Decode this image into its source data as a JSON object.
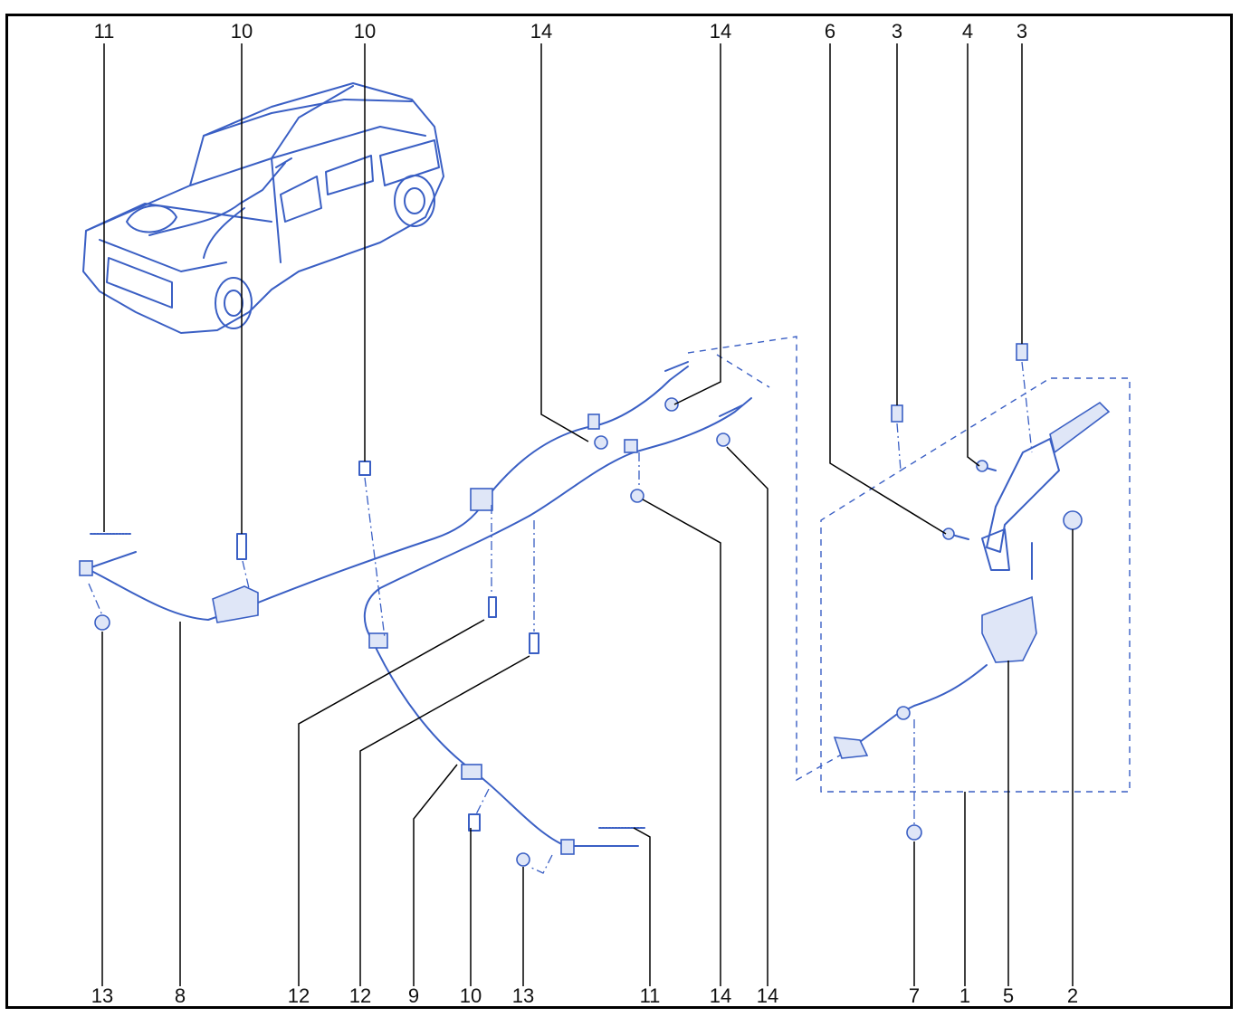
{
  "top_labels": [
    "11",
    "10",
    "10",
    "14",
    "14",
    "6",
    "3",
    "4",
    "3"
  ],
  "bottom_labels": [
    "13",
    "8",
    "12",
    "12",
    "9",
    "10",
    "13",
    "11",
    "14",
    "14",
    "7",
    "1",
    "5",
    "2"
  ],
  "colors": {
    "part_line": "#3a5fc4",
    "leader_line": "#000000",
    "frame": "#000000"
  }
}
